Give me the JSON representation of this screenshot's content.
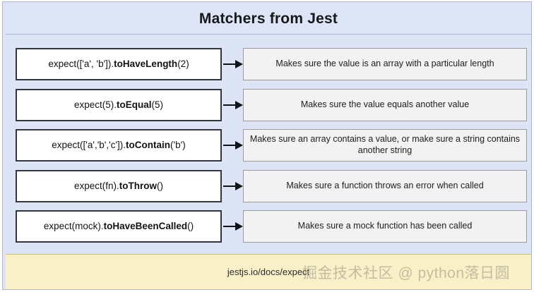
{
  "title": "Matchers from Jest",
  "rows": [
    {
      "code_prefix": "expect(['a', 'b']).",
      "code_matcher": "toHaveLength",
      "code_suffix": "(2)",
      "description": "Makes sure the value is an array with a particular length"
    },
    {
      "code_prefix": "expect(5).",
      "code_matcher": "toEqual",
      "code_suffix": "(5)",
      "description": "Makes sure the value equals another value"
    },
    {
      "code_prefix": "expect(['a','b','c']).",
      "code_matcher": "toContain",
      "code_suffix": "('b')",
      "description": "Makes sure an array contains a value, or make sure a string contains another string"
    },
    {
      "code_prefix": "expect(fn).",
      "code_matcher": "toThrow",
      "code_suffix": "()",
      "description": "Makes sure a function throws an error when called"
    },
    {
      "code_prefix": "expect(mock).",
      "code_matcher": "toHaveBeenCalled",
      "code_suffix": "()",
      "description": "Makes sure a mock function has been called"
    }
  ],
  "footer": {
    "source_url": "jestjs.io/docs/expect"
  },
  "watermark": {
    "text": "掘金技术社区 @ python落日圆"
  },
  "colors": {
    "panel_background": "#dce4f5",
    "title_background": "#dde5f6",
    "code_box_background": "#ffffff",
    "code_box_border": "#32373f",
    "description_box_background": "#f2f2f2",
    "description_box_border": "#9a9a9a",
    "footer_background": "#faf0c8",
    "arrow": "#111316"
  }
}
